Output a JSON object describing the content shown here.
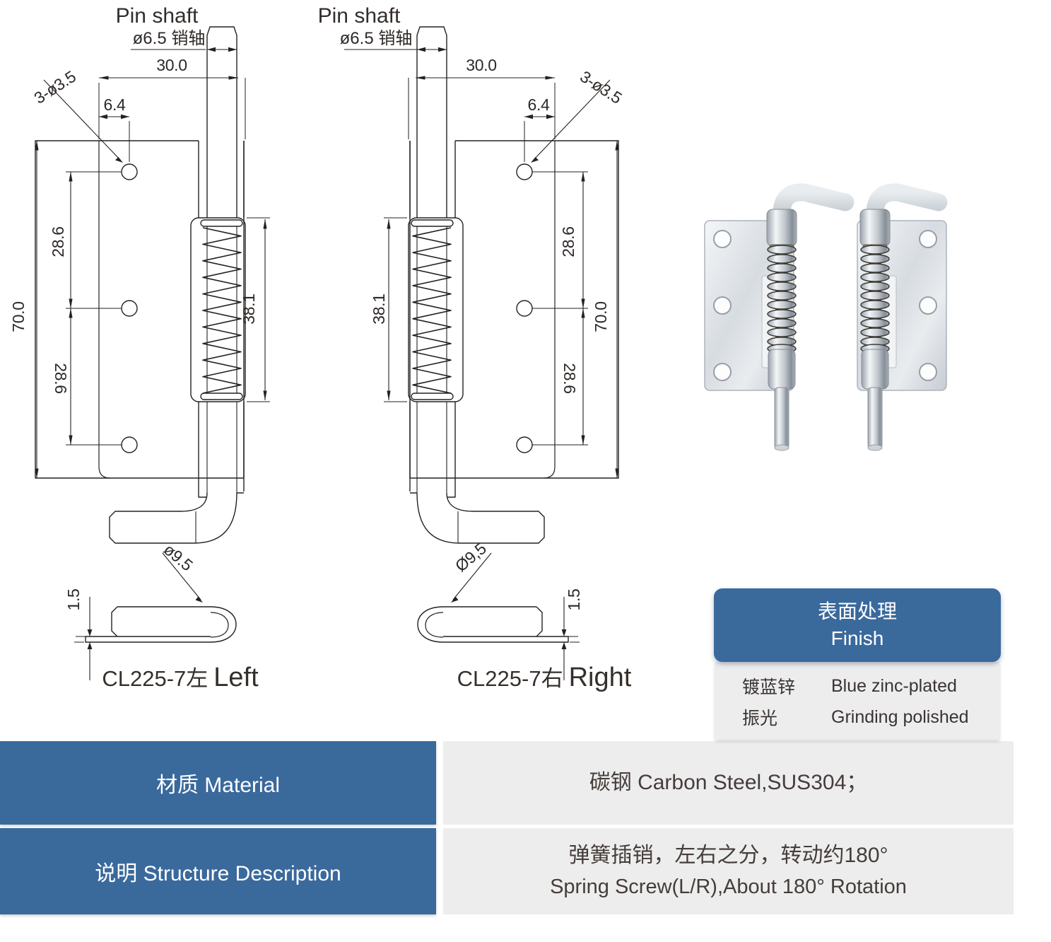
{
  "colors": {
    "accent": "#3a699c",
    "panel_grey": "#ededee",
    "line": "#222222"
  },
  "drawings": {
    "left": {
      "title": "Pin shaft",
      "pin_dia": "ø6.5 销轴",
      "width": "30.0",
      "hole_offset": "6.4",
      "holes": "3-ø3.5",
      "height": "70.0",
      "pitch_top": "28.6",
      "pitch_bottom": "28.6",
      "spring_len": "38.1",
      "hook_dia": "ø9.5",
      "thickness": "1.5",
      "caption_code": "CL225-7左",
      "caption_side": "Left"
    },
    "right": {
      "title": "Pin shaft",
      "pin_dia": "ø6.5 销轴",
      "width": "30.0",
      "hole_offset": "6.4",
      "holes": "3-ø3.5",
      "height": "70.0",
      "pitch_top": "28.6",
      "pitch_bottom": "28.6",
      "spring_len": "38.1",
      "hook_dia": "Ø9,5",
      "thickness": "1.5",
      "caption_code": "CL225-7右",
      "caption_side": "Right"
    }
  },
  "finish": {
    "header_zh": "表面处理",
    "header_en": "Finish",
    "rows": [
      {
        "zh": "镀蓝锌",
        "en": "Blue zinc-plated"
      },
      {
        "zh": "振光",
        "en": "Grinding polished"
      }
    ]
  },
  "specs": {
    "material_label": "材质 Material",
    "material_value": "碳钢   Carbon Steel,SUS304；",
    "desc_label": "说明 Structure Description",
    "desc_zh": "弹簧插销，左右之分，转动约180°",
    "desc_en": "Spring Screw(L/R),About 180° Rotation"
  }
}
